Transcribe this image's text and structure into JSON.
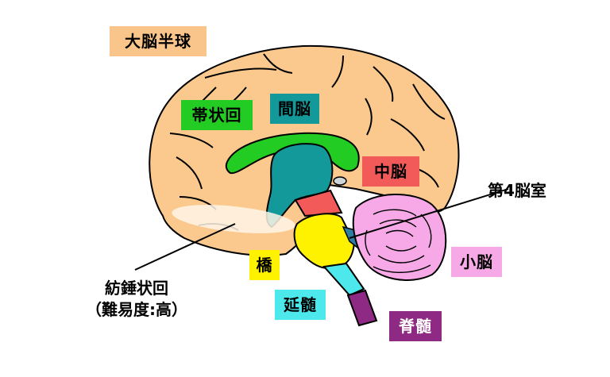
{
  "labels": {
    "cerebrum": "大脳半球",
    "cingulate": "帯状回",
    "diencephalon": "間脳",
    "midbrain": "中脳",
    "fourth_ventricle": "第4脳室",
    "pons": "橋",
    "cerebellum": "小脳",
    "medulla": "延髄",
    "spinal_cord": "脊髄",
    "fusiform_line1": "紡錘状回",
    "fusiform_line2": "（難易度:高）"
  },
  "colors": {
    "cerebrum_fill": "#fbc98d",
    "cerebrum_tag": "#f9c58b",
    "cingulate": "#22cc22",
    "diencephalon": "#14999b",
    "midbrain": "#f25a5a",
    "pons": "#fff200",
    "cerebellum": "#f6a9e6",
    "medulla": "#4ce8ec",
    "spinal_cord": "#8e2a84",
    "ventricle": "#2f7fa3"
  }
}
